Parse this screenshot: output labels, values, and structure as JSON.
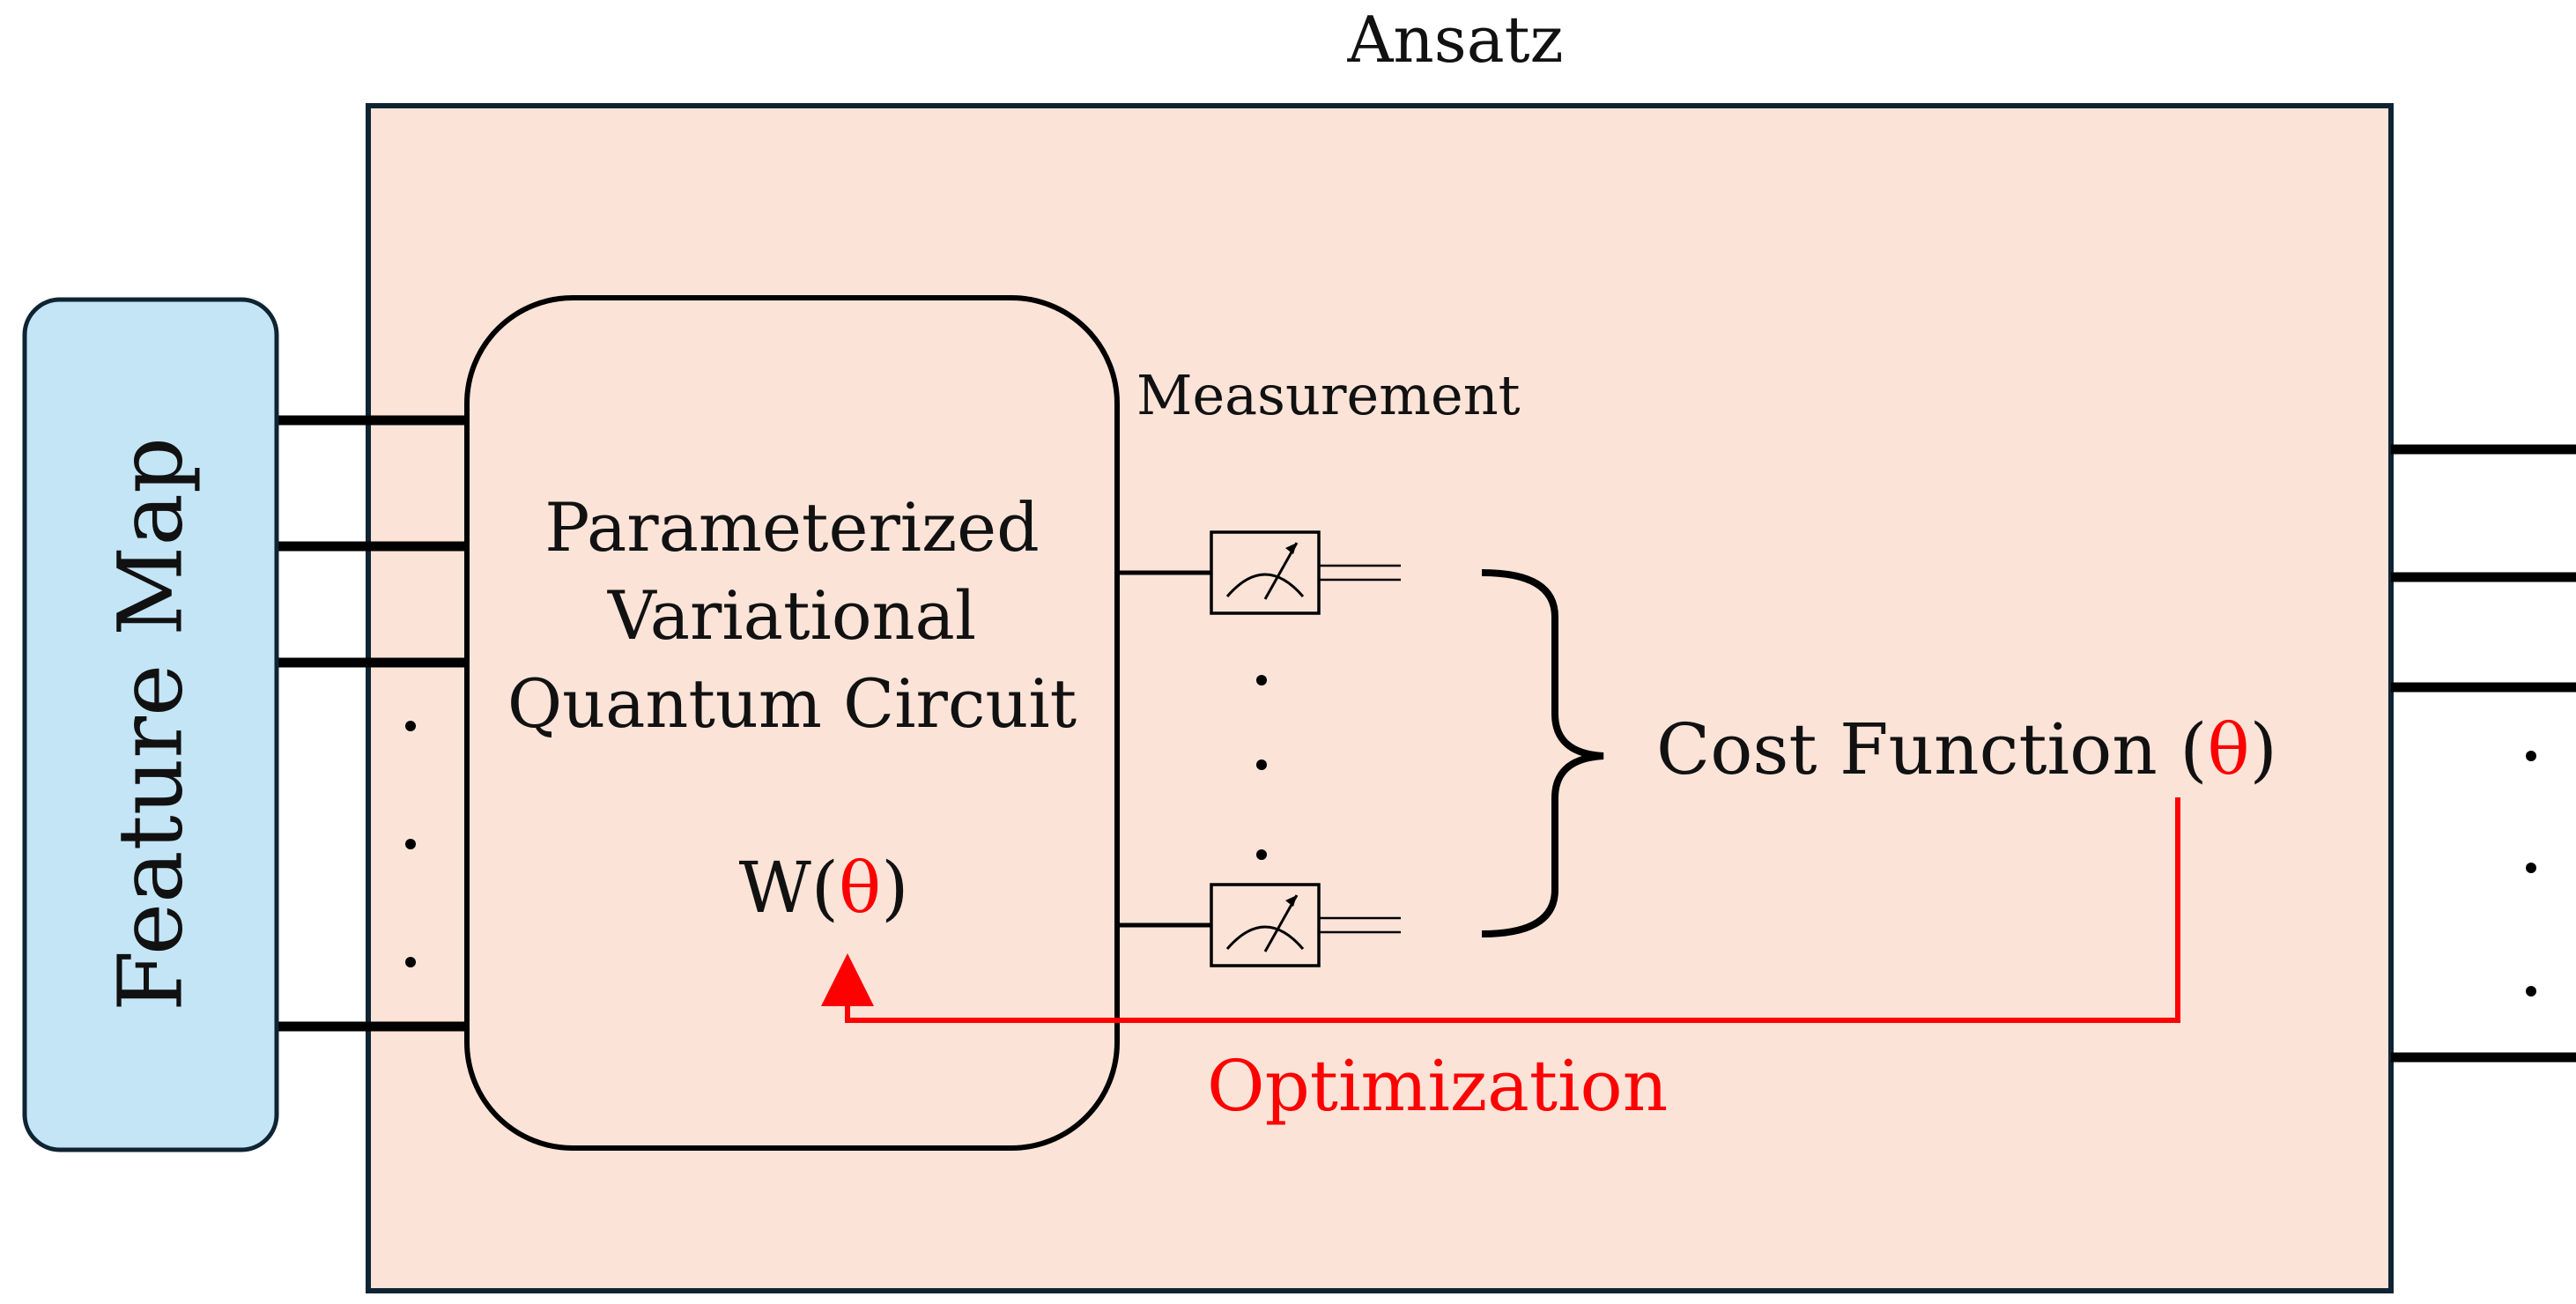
{
  "ansatz": {
    "title": "Ansatz"
  },
  "feature_map": {
    "label": "Feature Map"
  },
  "circuit": {
    "line1": "Parameterized",
    "line2": "Variational",
    "line3": "Quantum Circuit",
    "param_prefix": "W(",
    "param_theta": "θ",
    "param_suffix": ")"
  },
  "measurement": {
    "label": "Measurement"
  },
  "cost": {
    "prefix": "Cost Function (",
    "theta": "θ",
    "suffix": ")"
  },
  "optimization": {
    "label": "Optimization"
  },
  "colors": {
    "ansatz_fill": "#fbe3d8",
    "feature_fill": "#c3e5f6",
    "stroke": "#0f2433",
    "accent_red": "#ff0000"
  }
}
